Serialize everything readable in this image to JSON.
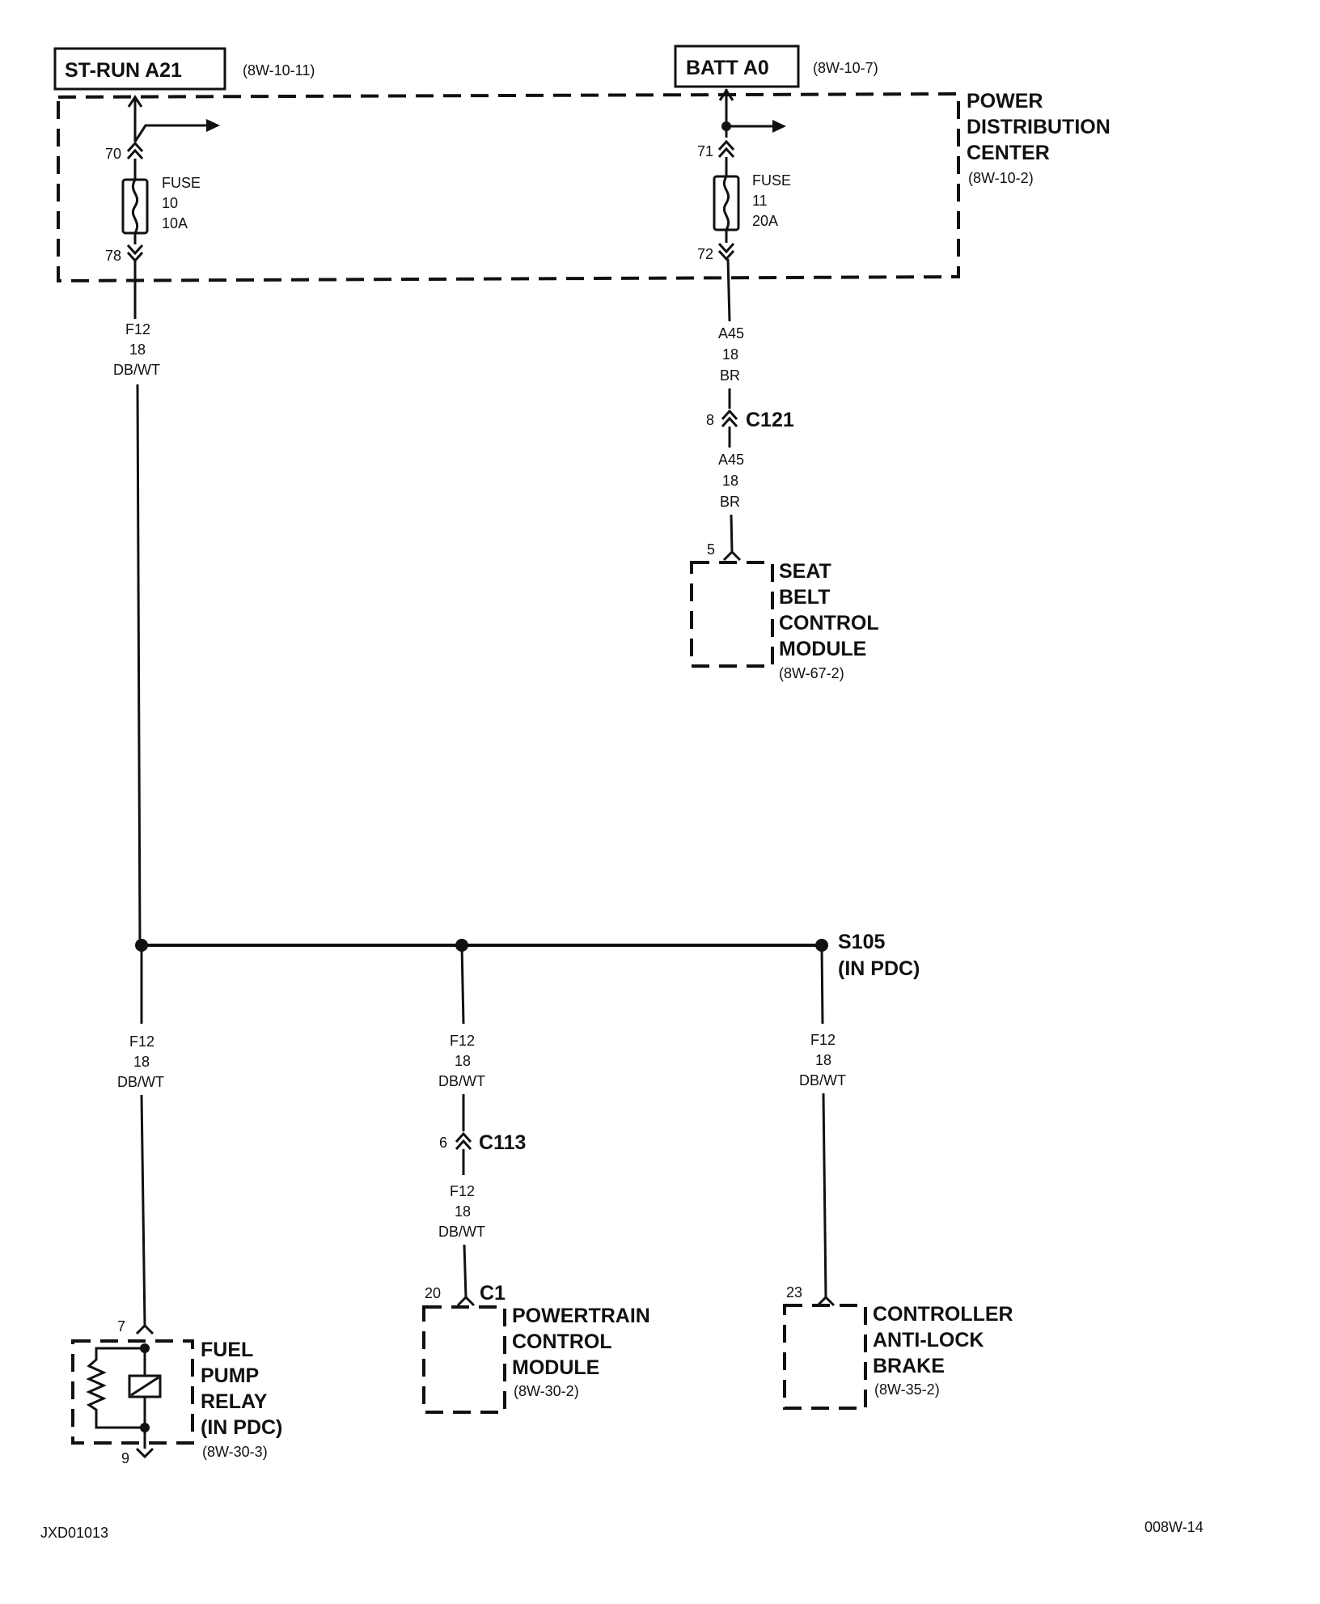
{
  "sources": {
    "st_run": {
      "label": "ST-RUN A21",
      "ref": "(8W-10-11)"
    },
    "batt": {
      "label": "BATT A0",
      "ref": "(8W-10-7)"
    }
  },
  "pdc": {
    "line1": "POWER",
    "line2": "DISTRIBUTION",
    "line3": "CENTER",
    "ref": "(8W-10-2)"
  },
  "fuse10": {
    "word": "FUSE",
    "number": "10",
    "rating": "10A",
    "pin_top": "70",
    "pin_bottom": "78"
  },
  "fuse11": {
    "word": "FUSE",
    "number": "11",
    "rating": "20A",
    "pin_top": "71",
    "pin_bottom": "72"
  },
  "wire_f12": {
    "circuit": "F12",
    "gauge": "18",
    "color": "DB/WT"
  },
  "wire_a45": {
    "circuit": "A45",
    "gauge": "18",
    "color": "BR"
  },
  "c121": {
    "label": "C121",
    "pin": "8"
  },
  "c113": {
    "label": "C113",
    "pin": "6"
  },
  "splice": {
    "label": "S105",
    "sub": "(IN PDC)"
  },
  "seat_belt": {
    "line1": "SEAT",
    "line2": "BELT",
    "line3": "CONTROL",
    "line4": "MODULE",
    "ref": "(8W-67-2)",
    "pin": "5"
  },
  "fuel_pump": {
    "line1": "FUEL",
    "line2": "PUMP",
    "line3": "RELAY",
    "line4": "(IN PDC)",
    "ref": "(8W-30-3)",
    "pin_top": "7",
    "pin_bottom": "9"
  },
  "pcm": {
    "line1": "POWERTRAIN",
    "line2": "CONTROL",
    "line3": "MODULE",
    "ref": "(8W-30-2)",
    "pin": "20",
    "connector": "C1"
  },
  "abs": {
    "line1": "CONTROLLER",
    "line2": "ANTI-LOCK",
    "line3": "BRAKE",
    "ref": "(8W-35-2)",
    "pin": "23"
  },
  "footer": {
    "left": "JXD01013",
    "right": "008W-14"
  }
}
